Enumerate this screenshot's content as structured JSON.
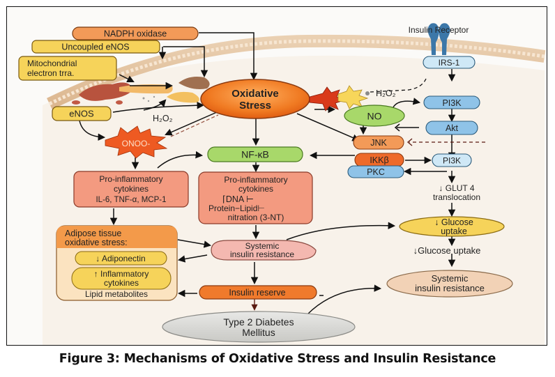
{
  "figure": {
    "caption": "Figure 3: Mechanisms of Oxidative Stress and Insulin Resistance"
  },
  "colors": {
    "orange": "#f08a3c",
    "orange_dark": "#e8641c",
    "yellow": "#f6d35a",
    "green": "#a8d86a",
    "blue": "#8fc3e8",
    "light_blue": "#cfe8f6",
    "salmon": "#f39a80",
    "pink": "#f4b8b0",
    "tan": "#f2d2b6",
    "gray": "#d9d9d6",
    "membrane": "#e9c9a6",
    "receptor": "#3c77a8",
    "red_star": "#d93a1a"
  },
  "sources": {
    "nadph_oxidase": "NADPH oxidase",
    "uncoupled_enos": "Uncoupled eNOS",
    "mito_line1": "Mitochondrial",
    "mito_line2": "electron trra.",
    "enos": "eNOS"
  },
  "center": {
    "oxidative_line1": "Oxidative",
    "oxidative_line2": "Stress",
    "h2o2_left": "H₂O₂",
    "onoo": "ONOO-",
    "nfkb": "NF-κB"
  },
  "insulin_pathway": {
    "receptor_label": "Insulin Receptor",
    "irs1": "IRS-1",
    "h2o2_right": "H₂O₂",
    "no": "NO",
    "pi3k_top": "PI3K",
    "akt": "Akt",
    "jnk": "JNK",
    "ikkb": "IKKβ",
    "pi3k_bottom": "PI3K",
    "pkc": "PKC",
    "glut4_line1": "↓ GLUT 4",
    "glut4_line2": "translocation",
    "glucose_uptake_line1": "↓ Glucose",
    "glucose_uptake_line2": "uptake",
    "glucose_uptake_text": "↓Glucose uptake",
    "systemic_right_line1": "Systemic",
    "systemic_right_line2": "insulin resistance"
  },
  "left_column": {
    "proinf_left_line1": "Pro-inflammatory",
    "proinf_left_line2": "cytokines",
    "proinf_left_line3": "IL-6, TNF-α, MCP-1",
    "adipose_line1": "Adipose tissue",
    "adipose_line2": "oxidative stress:",
    "adiponectin": "↓ Adiponectin",
    "inflam_line1": "↑ Inflammatory",
    "inflam_line2": "cytokines",
    "lipid": "Lipid metabolites"
  },
  "middle_column": {
    "proinf_mid_line1": "Pro-inflammatory",
    "proinf_mid_line2": "cytokines",
    "proinf_mid_line3": "⌈DNA ⊢",
    "proinf_mid_line4": "Protein−Lipid⊢",
    "proinf_mid_line5": "nitration (3-NT)",
    "systemic_mid_line1": "Systemic",
    "systemic_mid_line2": "insulin resistance",
    "insulin_reserve": "Insulin reserve",
    "t2dm_line1": "Type 2 Diabetes",
    "t2dm_line2": "Mellitus"
  }
}
